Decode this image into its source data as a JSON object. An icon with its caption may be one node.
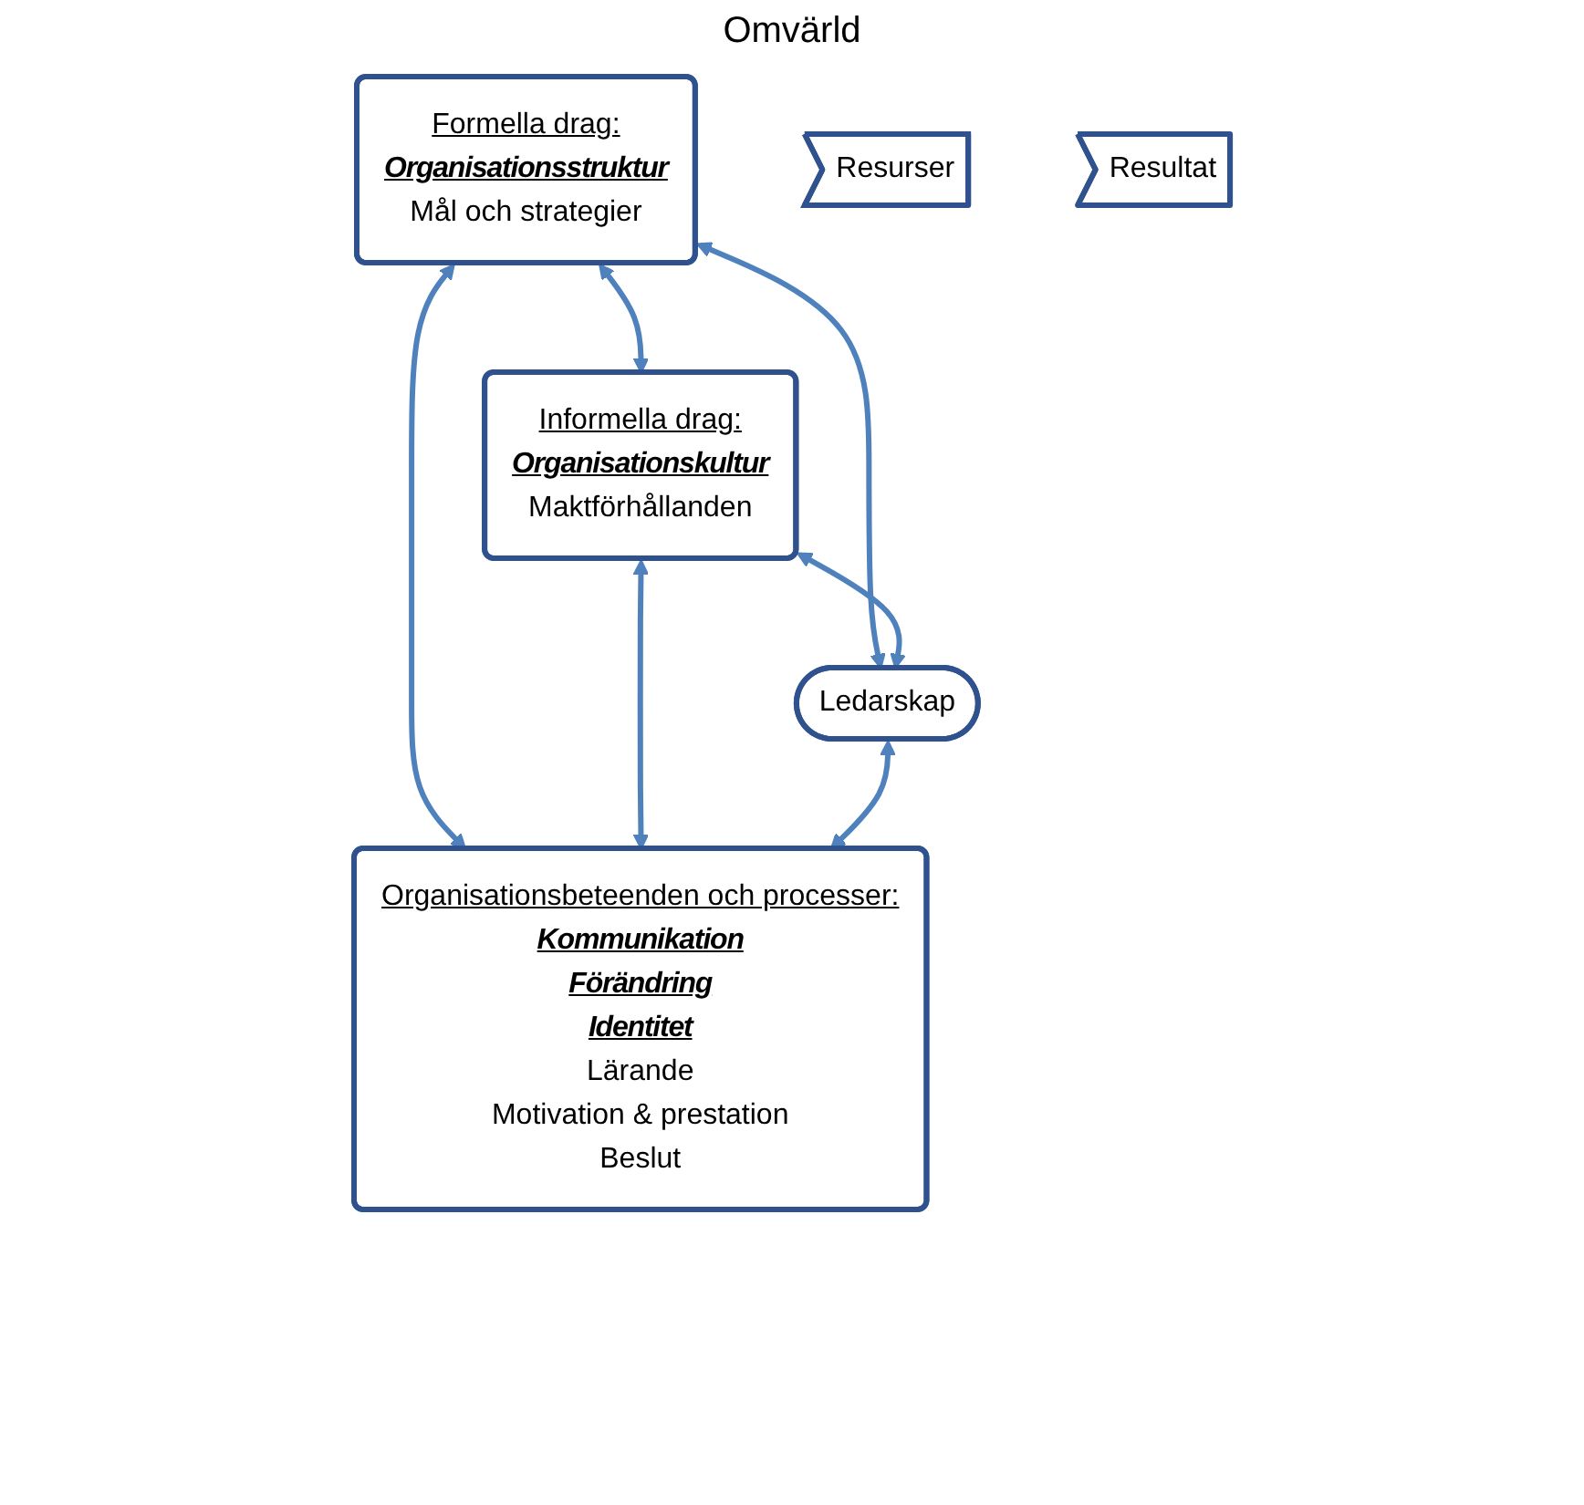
{
  "diagram": {
    "nodes": [
      {
        "text": [
          "Formella drag:",
          "Organisationsstruktur",
          "Mål och strategier"
        ]
      },
      {
        "text": [
          "Informella drag:",
          "Organisationskultur",
          "Maktförhållanden"
        ]
      },
      {
        "text": [
          "Ledarskap"
        ]
      },
      {
        "text": [
          "Organisationsbeteenden och processer:",
          "Kommunikation",
          "Förändring",
          "Identitet",
          "Lärande",
          "Motivation & prestation",
          "Beslut"
        ]
      },
      {
        "text": [
          "Resurser"
        ]
      },
      {
        "text": [
          "Resultat"
        ]
      }
    ],
    "edges": [
      {
        "from": 0,
        "to": 1,
        "arrow": "both"
      },
      {
        "from": 0,
        "to": 2,
        "arrow": "both"
      },
      {
        "from": 1,
        "to": 2,
        "arrow": "both"
      },
      {
        "from": 0,
        "to": 3,
        "arrow": "both"
      },
      {
        "from": 1,
        "to": 3,
        "arrow": "both"
      },
      {
        "from": 2,
        "to": 3,
        "arrow": "both"
      }
    ],
    "labels": [
      "Omvärld"
    ]
  }
}
